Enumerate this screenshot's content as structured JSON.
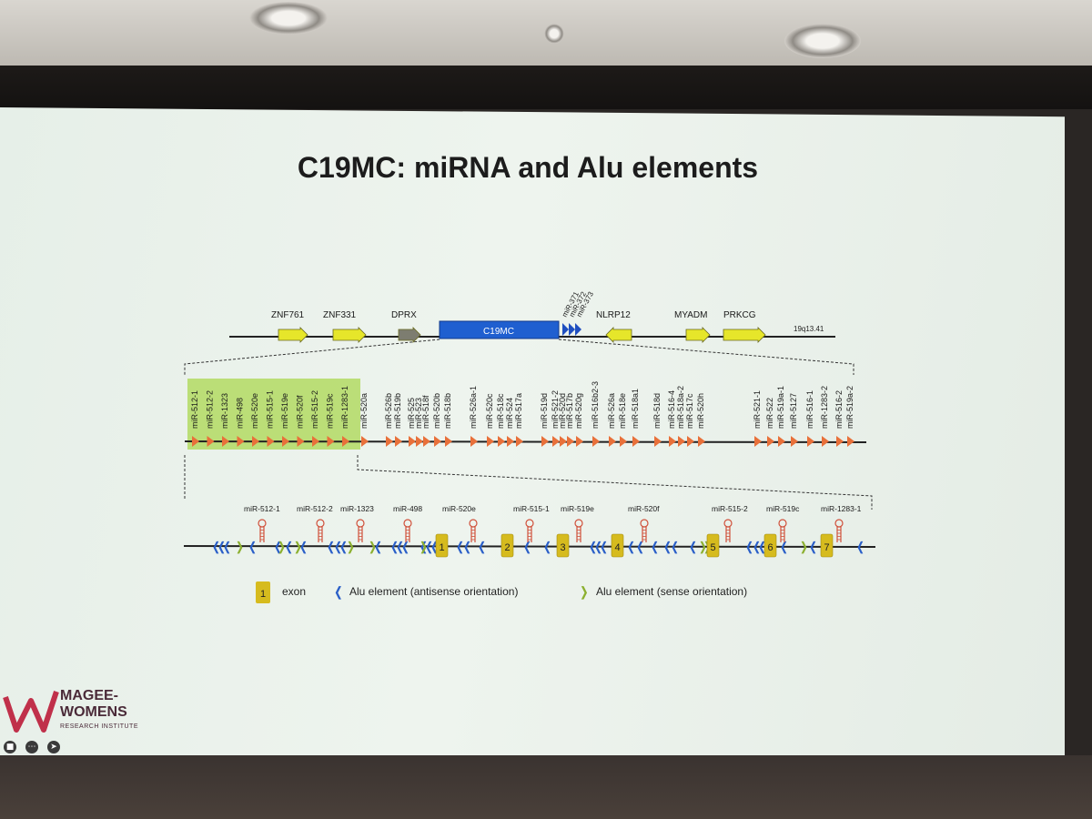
{
  "slide": {
    "title": "C19MC: miRNA and Alu elements"
  },
  "overview_track": {
    "genes": [
      "ZNF761",
      "ZNF331",
      "DPRX",
      "NLRP12",
      "MYADM",
      "PRKCG"
    ],
    "cluster_label": "C19MC",
    "mir_labels": [
      "miR-371",
      "miR-372",
      "miR-373"
    ],
    "band": "19q13.41"
  },
  "mirna_track": {
    "highlighted": [
      "miR-512-1",
      "miR-512-2",
      "miR-1323",
      "miR-498",
      "miR-520e",
      "miR-515-1",
      "miR-519e",
      "miR-520f",
      "miR-515-2",
      "miR-519c",
      "miR-1283-1"
    ],
    "others": [
      "miR-520a",
      "miR-526b",
      "miR-519b",
      "miR-525",
      "miR-523",
      "miR-518f",
      "miR-520b",
      "miR-518b",
      "miR-526a-1",
      "miR-520c",
      "miR-518c",
      "miR-524",
      "miR-517a",
      "miR-519d",
      "miR-521-2",
      "miR-520d",
      "miR-517b",
      "miR-520g",
      "miR-516b2-3",
      "miR-526a",
      "miR-518e",
      "miR-518a1",
      "miR-518d",
      "miR-516-4",
      "miR-518a-2",
      "miR-517c",
      "miR-520h",
      "miR-521-1",
      "miR-522",
      "miR-519a-1",
      "miR-5127",
      "miR-516-1",
      "miR-1283-2",
      "miR-516-2",
      "miR-519a-2"
    ]
  },
  "detail_track": {
    "mirnas": [
      "miR-512-1",
      "miR-512-2",
      "miR-1323",
      "miR-498",
      "miR-520e",
      "miR-515-1",
      "miR-519e",
      "miR-520f",
      "miR-515-2",
      "miR-519c",
      "miR-1283-1"
    ],
    "exons": [
      "1",
      "2",
      "3",
      "4",
      "5",
      "6",
      "7"
    ]
  },
  "legend": {
    "exon_number": "1",
    "exon_label": "exon",
    "antisense_glyph": "❬",
    "antisense_label": "Alu element (antisense orientation)",
    "sense_glyph": "❭",
    "sense_label": "Alu element (sense orientation)"
  },
  "logo": {
    "line1": "MAGEE-",
    "line2": "WOMENS",
    "subtitle": "RESEARCH INSTITUTE"
  },
  "colors": {
    "gene_arrow": "#e6e62a",
    "dprx_arrow": "#7d7d70",
    "cluster_box": "#1f5fd0",
    "mirna_marker": "#e8703a",
    "highlight_box": "#b6dc6a",
    "exon": "#d6bb1e",
    "alu_antisense": "#2a5fc8",
    "alu_sense": "#8cb030",
    "hairpin": "#d0503a",
    "logo": "#c0304a"
  },
  "controls": [
    "camera-icon",
    "more-icon",
    "next-icon"
  ]
}
